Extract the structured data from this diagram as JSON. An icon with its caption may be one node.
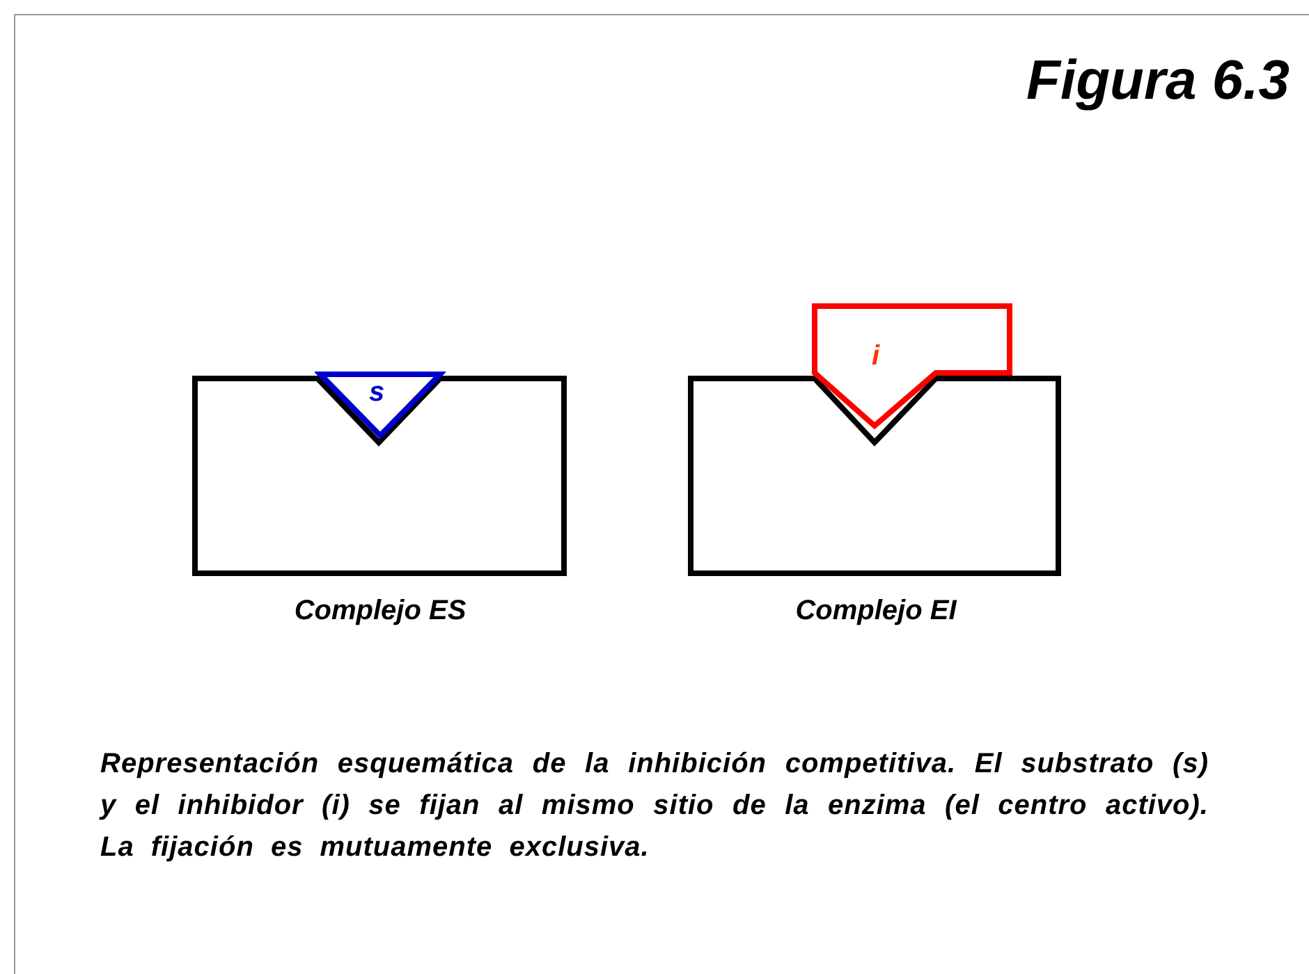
{
  "diagram": {
    "title": "Figura 6.3",
    "caption": "Representación esquemática de la inhibición competitiva. El substrato (s) y el inhibidor (i) se fijan al mismo sitio de la enzima (el centro activo). La fijación es mutuamente exclusiva.",
    "nodes": [
      {
        "text": [],
        "shape": "box",
        "beside": [
          "Complejo ES"
        ]
      },
      {
        "text": [
          "s"
        ]
      },
      {
        "text": [],
        "shape": "box",
        "beside": [
          "Complejo EI"
        ]
      },
      {
        "text": [
          "i"
        ]
      }
    ],
    "edges": []
  }
}
